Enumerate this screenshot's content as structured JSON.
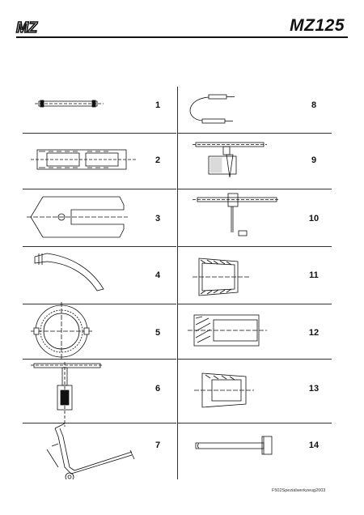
{
  "header": {
    "brand": "MZ",
    "title": "MZ125"
  },
  "tools": [
    {
      "number": "1"
    },
    {
      "number": "2"
    },
    {
      "number": "3"
    },
    {
      "number": "4"
    },
    {
      "number": "5"
    },
    {
      "number": "6"
    },
    {
      "number": "7"
    },
    {
      "number": "8"
    },
    {
      "number": "9"
    },
    {
      "number": "10"
    },
    {
      "number": "11"
    },
    {
      "number": "12"
    },
    {
      "number": "13"
    },
    {
      "number": "14"
    }
  ],
  "footer": {
    "code": "F502Spezialwerkzeug2003"
  }
}
